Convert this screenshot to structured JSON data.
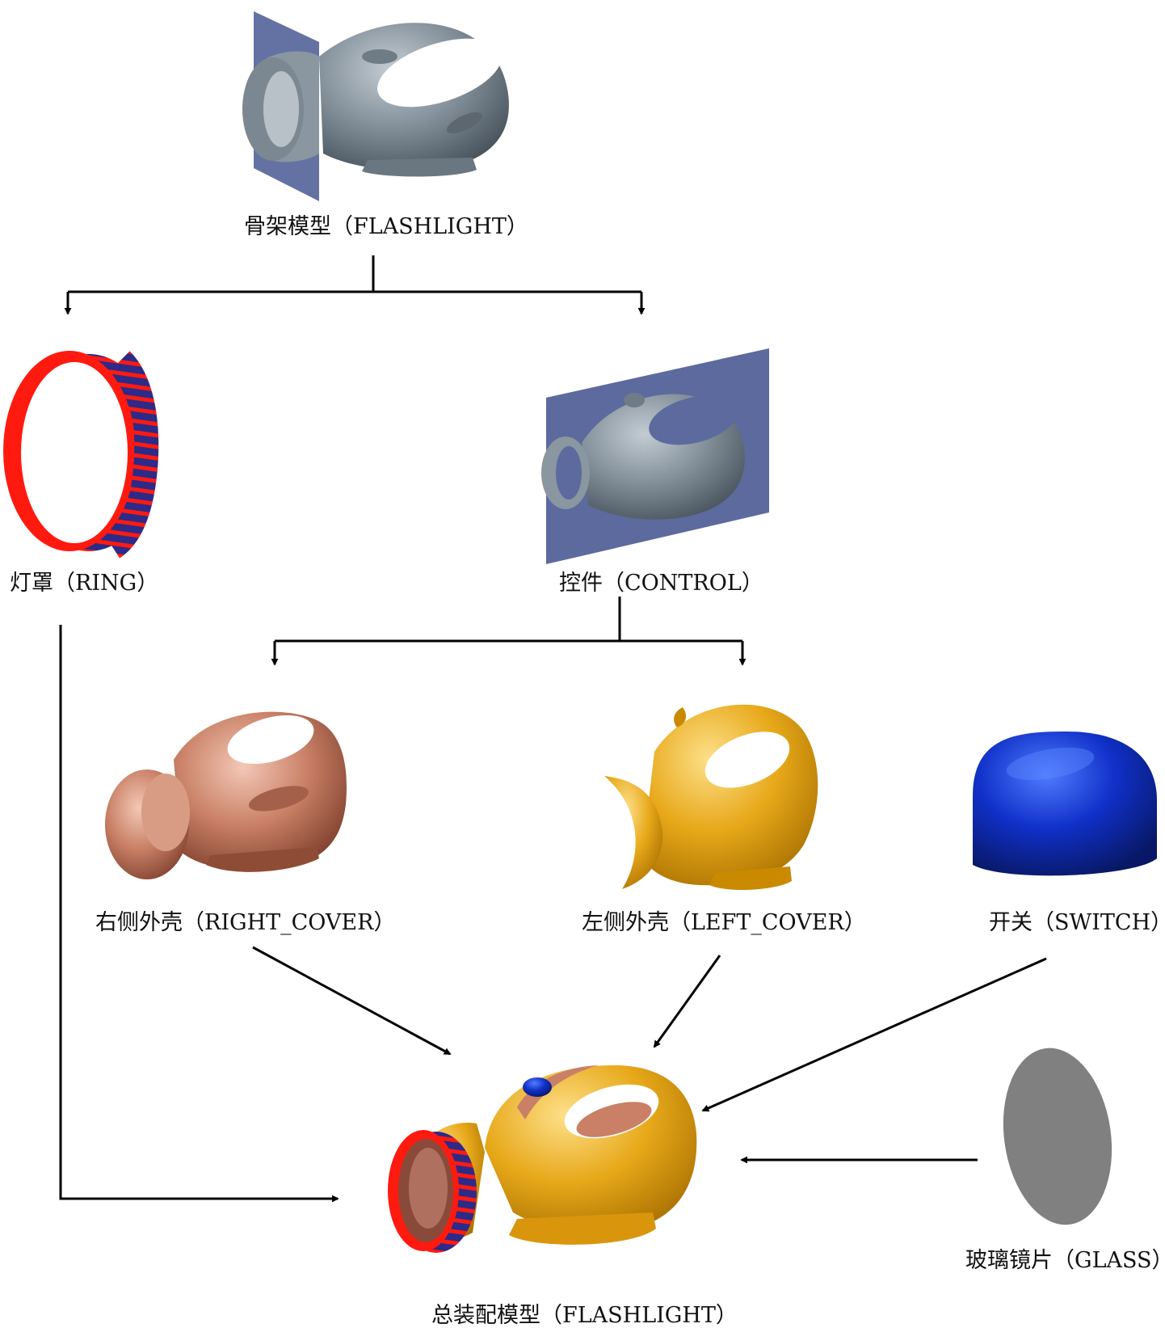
{
  "nodes": {
    "skeleton": "骨架模型（FLASHLIGHT）",
    "ring": "灯罩（RING）",
    "control": "控件（CONTROL）",
    "right_cover": "右侧外壳（RIGHT_COVER）",
    "left_cover": "左侧外壳（LEFT_COVER）",
    "switch": "开关（SWITCH）",
    "glass": "玻璃镜片（GLASS）",
    "assembly": "总装配模型（FLASHLIGHT）"
  },
  "edges": [
    {
      "from": "skeleton",
      "to": "ring"
    },
    {
      "from": "skeleton",
      "to": "control"
    },
    {
      "from": "control",
      "to": "right_cover"
    },
    {
      "from": "control",
      "to": "left_cover"
    },
    {
      "from": "ring",
      "to": "assembly"
    },
    {
      "from": "right_cover",
      "to": "assembly"
    },
    {
      "from": "left_cover",
      "to": "assembly"
    },
    {
      "from": "switch",
      "to": "assembly"
    },
    {
      "from": "glass",
      "to": "assembly"
    }
  ],
  "colors": {
    "skeleton_body": "#7d8a94",
    "plane": "#5c6a9e",
    "ring_red": "#ff1a10",
    "ring_blue": "#2d2a88",
    "right_cover": "#c98066",
    "left_cover": "#e7a819",
    "switch": "#1030c8",
    "glass": "#808080",
    "line": "#000000"
  }
}
